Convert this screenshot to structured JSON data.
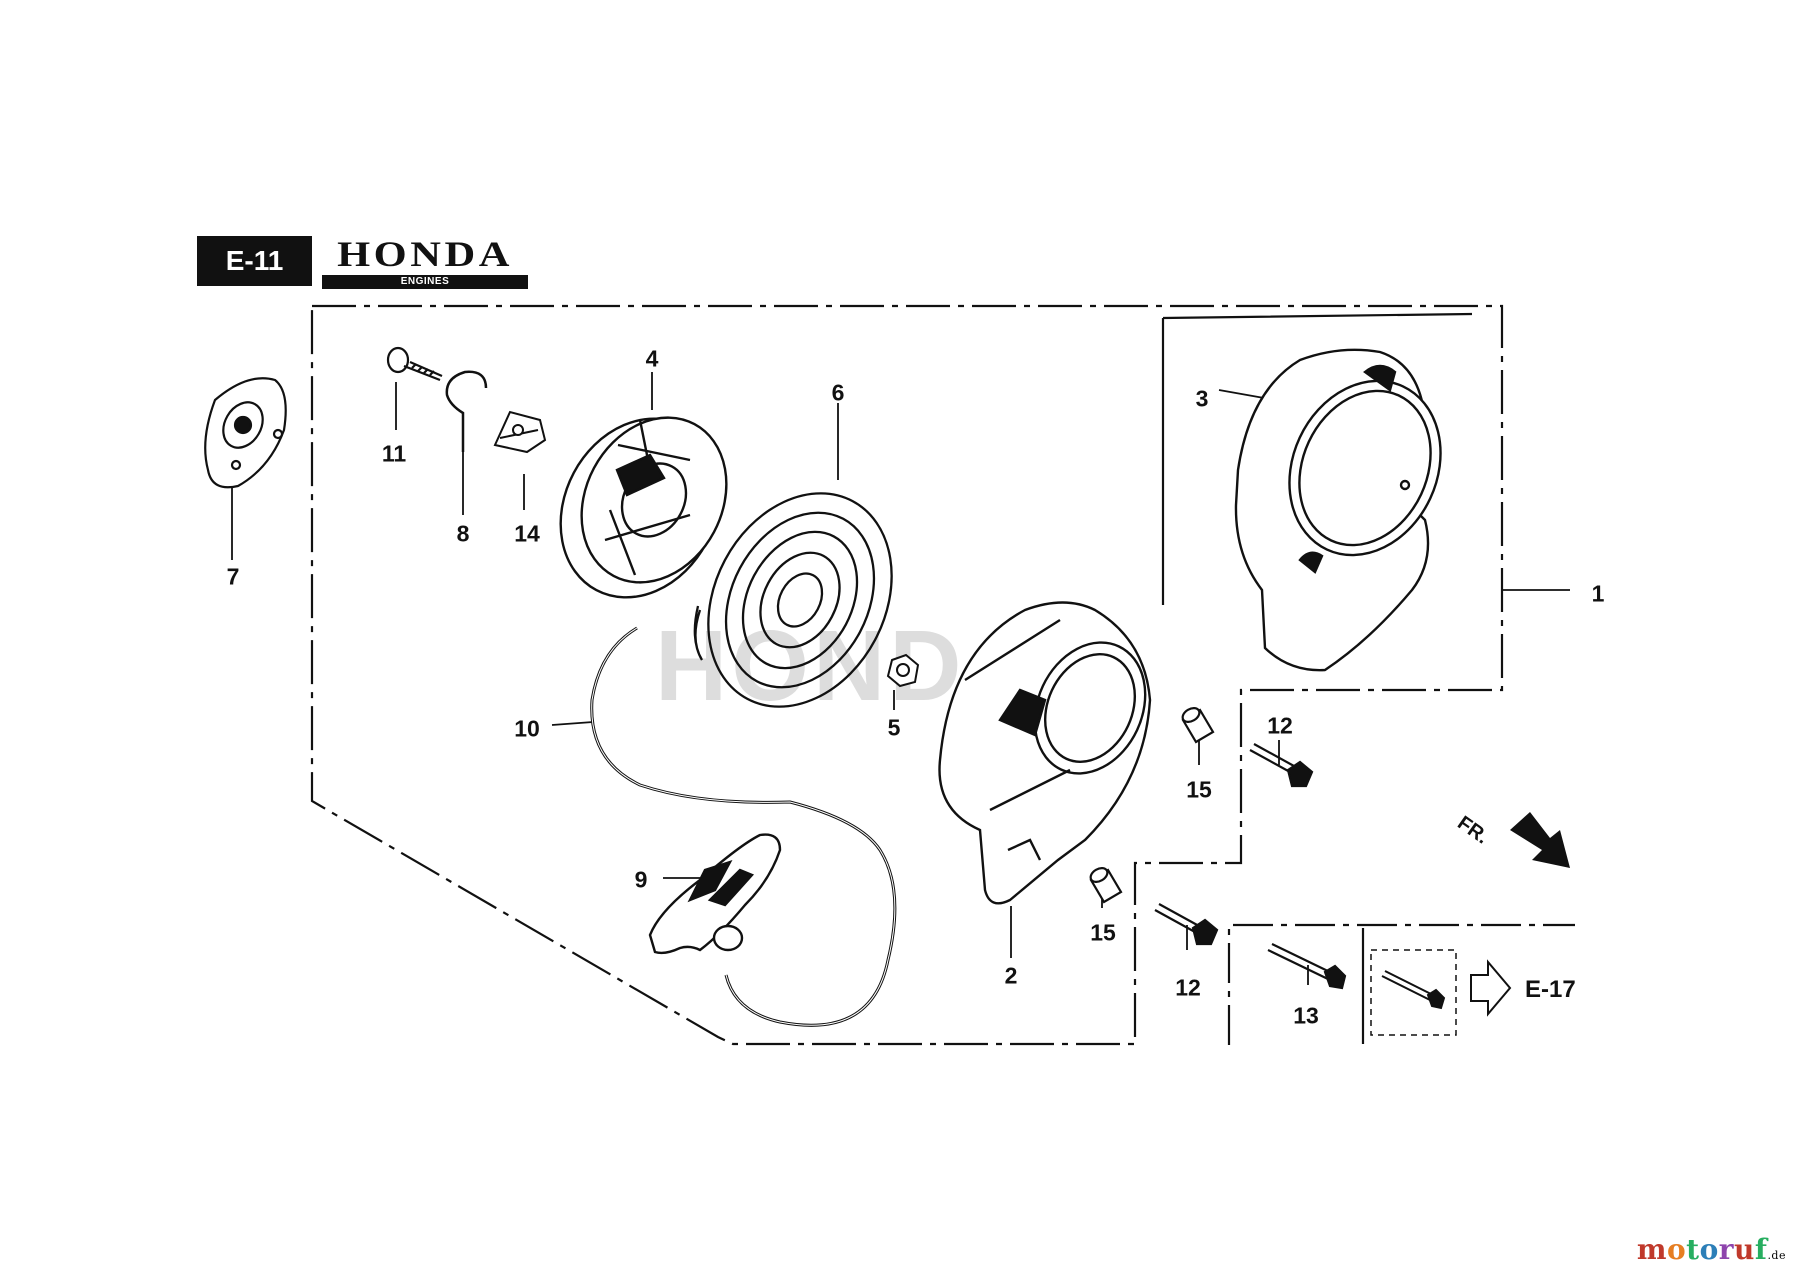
{
  "header": {
    "section_code": "E-11",
    "brand": "HONDA",
    "brand_sub": "ENGINES"
  },
  "callouts": {
    "c1": "1",
    "c2": "2",
    "c3": "3",
    "c4": "4",
    "c5": "5",
    "c6": "6",
    "c7": "7",
    "c8": "8",
    "c9": "9",
    "c10": "10",
    "c11": "11",
    "c12a": "12",
    "c12b": "12",
    "c13": "13",
    "c14": "14",
    "c15a": "15",
    "c15b": "15"
  },
  "reference": {
    "direction_label": "FR.",
    "see_page": "E-17"
  },
  "footer": {
    "site": "motoruf",
    "site_suffix": ".de",
    "colors": {
      "m": "#c0392b",
      "o1": "#e67e22",
      "t": "#27ae60",
      "o2": "#2c7fb8",
      "r": "#8e44ad",
      "u": "#c0392b",
      "f": "#27ae60"
    }
  },
  "icons": {
    "direction_arrow": "arrow-right-down-icon",
    "reference_arrow": "outline-arrow-right-icon"
  }
}
